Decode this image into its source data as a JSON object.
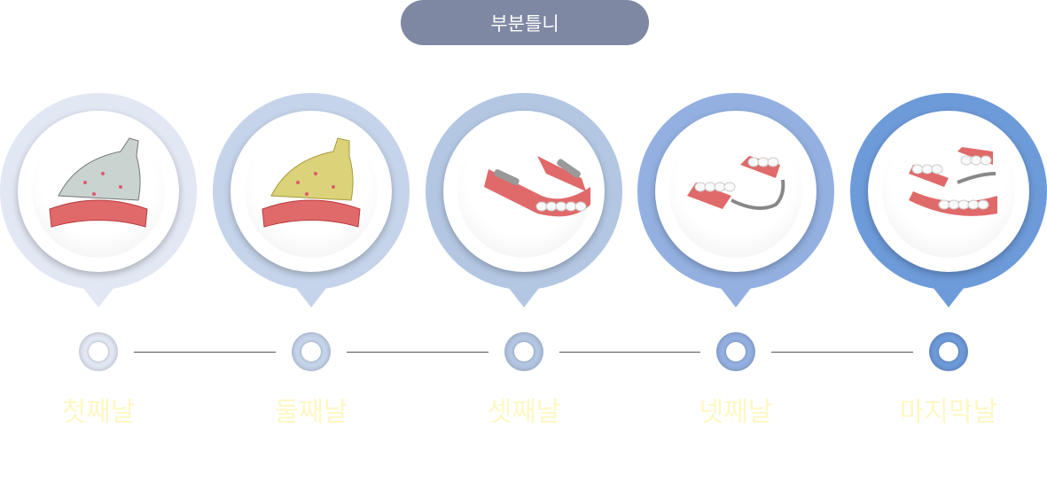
{
  "title": "부분틀니",
  "steps": [
    {
      "label": "첫째날",
      "color": "#e1e7f3",
      "icon": "impression-tray-icon"
    },
    {
      "label": "둘째날",
      "color": "#c5d4ea",
      "icon": "bite-tray-icon"
    },
    {
      "label": "셋째날",
      "color": "#b3c7e3",
      "icon": "metal-framework-icon"
    },
    {
      "label": "넷째날",
      "color": "#93b0e1",
      "icon": "partial-denture-trial-icon"
    },
    {
      "label": "마지막날",
      "color": "#6d9ad9",
      "icon": "partial-denture-fitting-icon"
    }
  ],
  "label_color": "#fff7c4",
  "title_color": "#7f88a3"
}
